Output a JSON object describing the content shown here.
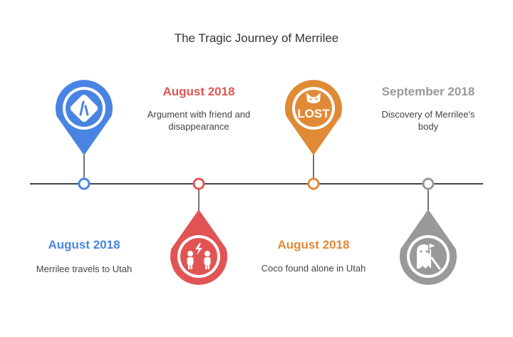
{
  "title": "The Tragic Journey of Merrilee",
  "colors": {
    "blue": "#4a84e3",
    "red": "#e25454",
    "orange": "#e08a35",
    "gray": "#999999",
    "line": "#444444"
  },
  "events": [
    {
      "date": "August 2018",
      "text": "Merrilee travels to Utah",
      "color": "#4a84e3",
      "icon": "road-icon"
    },
    {
      "date": "August 2018",
      "text": "Argument with friend and disappearance",
      "color": "#e25454",
      "icon": "argument-people-icon"
    },
    {
      "date": "August 2018",
      "text": "Coco found alone in Utah",
      "color": "#e08a35",
      "icon": "lost-cat-icon"
    },
    {
      "date": "September 2018",
      "text": "Discovery of Merrilee's body",
      "color": "#999999",
      "icon": "ghost-flag-icon"
    }
  ]
}
